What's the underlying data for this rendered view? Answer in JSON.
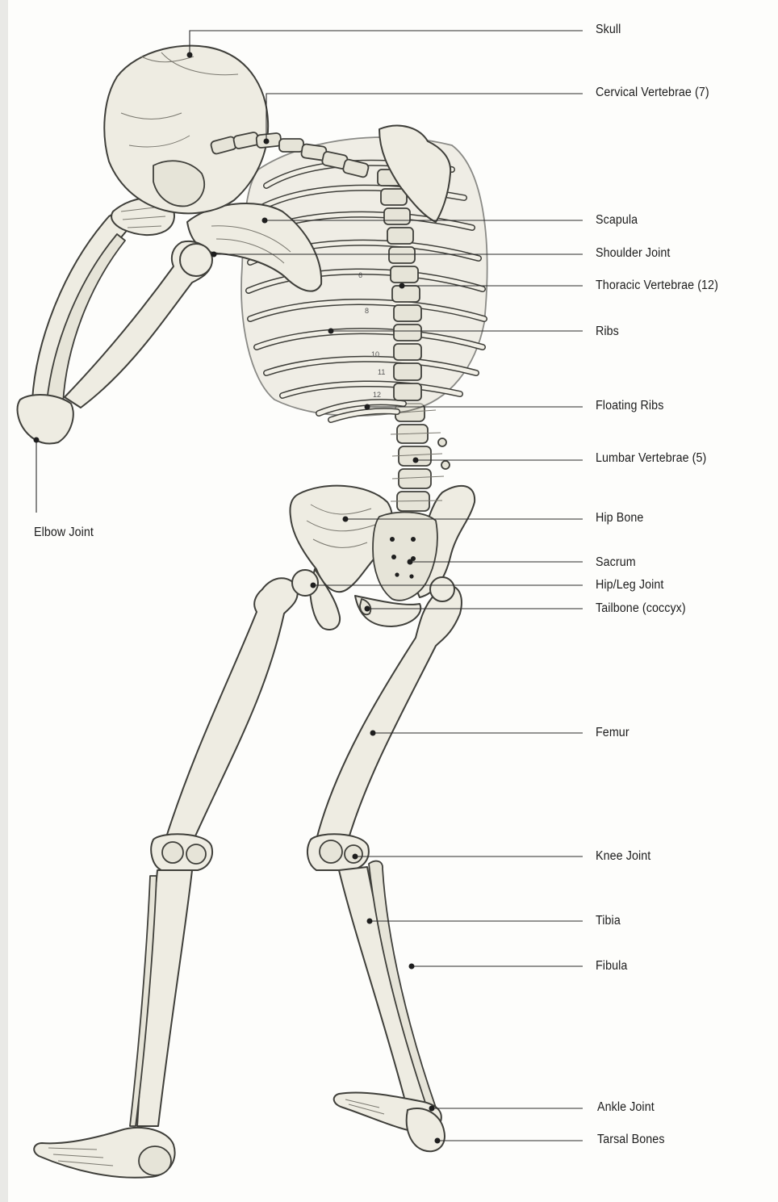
{
  "labels": {
    "skull": "Skull",
    "cervical": "Cervical Vertebrae (7)",
    "scapula": "Scapula",
    "shoulder": "Shoulder Joint",
    "thoracic": "Thoracic Vertebrae (12)",
    "ribs": "Ribs",
    "floating_ribs": "Floating Ribs",
    "lumbar": "Lumbar Vertebrae (5)",
    "hip_bone": "Hip Bone",
    "sacrum": "Sacrum",
    "hip_leg": "Hip/Leg Joint",
    "tailbone": "Tailbone (coccyx)",
    "femur": "Femur",
    "knee": "Knee Joint",
    "tibia": "Tibia",
    "fibula": "Fibula",
    "ankle": "Ankle Joint",
    "tarsal": "Tarsal Bones",
    "elbow": "Elbow Joint"
  },
  "rib_numbers": [
    "6",
    "8",
    "10",
    "11",
    "12"
  ]
}
